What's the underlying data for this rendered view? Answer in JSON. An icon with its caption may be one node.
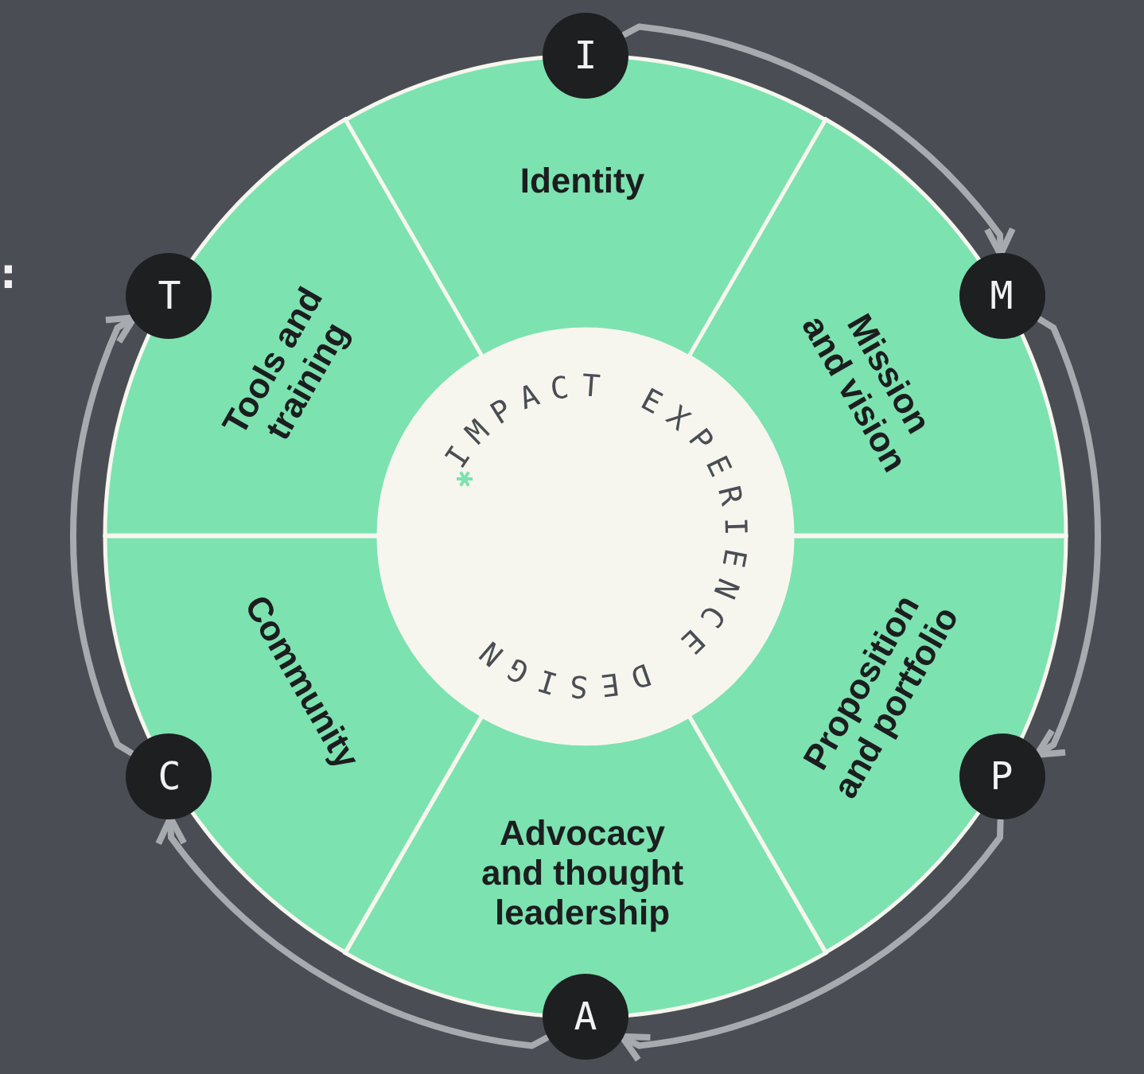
{
  "diagram": {
    "nodes": [
      {
        "text": [
          "IMPACT EXPERIENCE DESIGN"
        ]
      },
      {
        "text": [
          "Identity"
        ]
      },
      {
        "text": [
          "Mission and vision"
        ]
      },
      {
        "text": [
          "Proposition and portfolio"
        ]
      },
      {
        "text": [
          "Advocacy and thought leadership"
        ]
      },
      {
        "text": [
          "Community"
        ]
      },
      {
        "text": [
          "Tools and training"
        ]
      },
      {
        "text": [
          "I"
        ]
      },
      {
        "text": [
          "M"
        ]
      },
      {
        "text": [
          "P"
        ]
      },
      {
        "text": [
          "A"
        ]
      },
      {
        "text": [
          "C"
        ]
      },
      {
        "text": [
          "T"
        ]
      }
    ],
    "edges": [
      {
        "from": 7,
        "to": 8,
        "arrow": "to"
      },
      {
        "from": 8,
        "to": 9,
        "arrow": "to"
      },
      {
        "from": 9,
        "to": 10,
        "arrow": "to"
      },
      {
        "from": 10,
        "to": 11,
        "arrow": "to"
      },
      {
        "from": 11,
        "to": 12,
        "arrow": "to"
      }
    ],
    "labels": [
      ":"
    ]
  }
}
